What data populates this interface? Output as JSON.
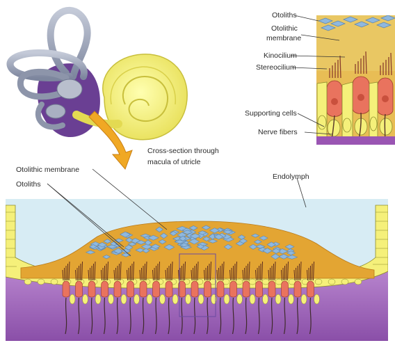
{
  "labels": {
    "inset_otoliths": "Otoliths",
    "inset_membrane_line1": "Otolithic",
    "inset_membrane_line2": "membrane",
    "inset_kinocilium": "Kinocilium",
    "inset_stereocilium": "Stereocilium",
    "inset_supporting": "Supporting cells",
    "inset_nerve": "Nerve fibers",
    "cross_line1": "Cross-section through",
    "cross_line2": "macula of utricle",
    "main_membrane": "Otolithic membrane",
    "main_otoliths": "Otoliths",
    "main_endolymph": "Endolymph"
  },
  "colors": {
    "endolymph": "#d7ecf4",
    "membrane": "#e3a533",
    "otolith": "#8fb8de",
    "hair_cell": "#e9735e",
    "supporting": "#f5f07a",
    "substrate": "#a46cbe",
    "inner_ear": "#9aa3b8",
    "cochlea": "#f0ee78",
    "arrow": "#f0a824"
  }
}
